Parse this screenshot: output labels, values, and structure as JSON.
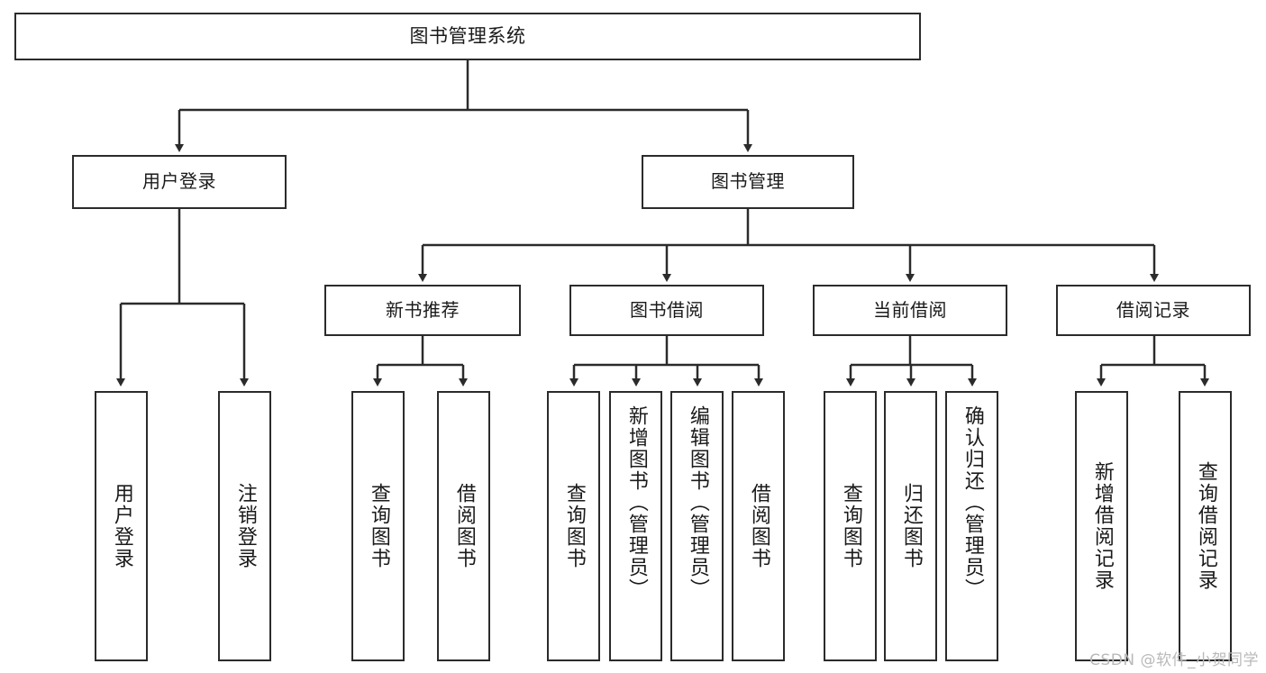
{
  "diagram": {
    "title": "图书管理系统",
    "watermark": "CSDN @软件_小贺同学",
    "stroke_color": "#2b2b2b",
    "background_color": "#ffffff",
    "root": {
      "label": "图书管理系统"
    },
    "branches": [
      {
        "label": "用户登录"
      },
      {
        "label": "图书管理"
      },
      {
        "label": "新书推荐"
      },
      {
        "label": "图书借阅"
      },
      {
        "label": "当前借阅"
      },
      {
        "label": "借阅记录"
      }
    ],
    "leaves": [
      {
        "label": "用户登录",
        "parent": "用户登录"
      },
      {
        "label": "注销登录",
        "parent": "用户登录"
      },
      {
        "label": "查询图书",
        "parent": "新书推荐"
      },
      {
        "label": "借阅图书",
        "parent": "新书推荐"
      },
      {
        "label": "查询图书",
        "parent": "图书借阅"
      },
      {
        "label": "新增图书（管理员）",
        "parent": "图书借阅"
      },
      {
        "label": "编辑图书（管理员）",
        "parent": "图书借阅"
      },
      {
        "label": "借阅图书",
        "parent": "图书借阅"
      },
      {
        "label": "查询图书",
        "parent": "当前借阅"
      },
      {
        "label": "归还图书",
        "parent": "当前借阅"
      },
      {
        "label": "确认归还（管理员）",
        "parent": "当前借阅"
      },
      {
        "label": "新增借阅记录",
        "parent": "借阅记录"
      },
      {
        "label": "查询借阅记录",
        "parent": "借阅记录"
      }
    ]
  }
}
